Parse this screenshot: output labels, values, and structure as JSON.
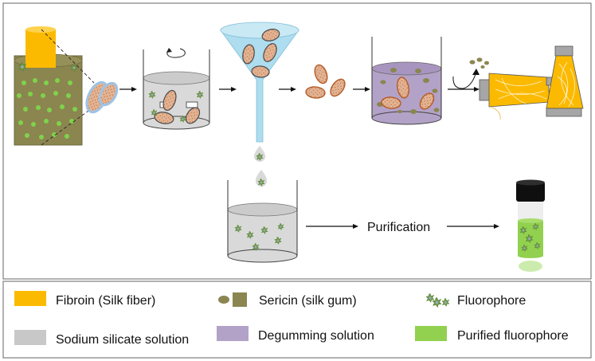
{
  "process": {
    "purification_label": "Purification"
  },
  "legend": {
    "items": [
      {
        "key": "fibroin",
        "label": "Fibroin (Silk fiber)",
        "color": "#FBBA00"
      },
      {
        "key": "sericin",
        "label": "Sericin (silk gum)",
        "color": "#8B8550"
      },
      {
        "key": "fluorophore",
        "label": "Fluorophore",
        "color": "#6E9B43"
      },
      {
        "key": "sodium_silicate",
        "label": "Sodium silicate solution",
        "color": "#C8C8C8"
      },
      {
        "key": "degumming",
        "label": "Degumming solution",
        "color": "#B3A2C7"
      },
      {
        "key": "purified",
        "label": "Purified fluorophore",
        "color": "#92D050"
      }
    ]
  },
  "colors": {
    "fibroin": "#FBBA00",
    "sericin": "#8B8550",
    "cocoon": "#E3B494",
    "cocoon_edge": "#B45A26",
    "cocoon_glow": "#9DC3E6",
    "silicate": "#D9D9D9",
    "degumming": "#B3A2C7",
    "funnel": "#ADDDEF",
    "purified": "#92D050",
    "star": "#6E9B43"
  },
  "icons": [
    "cocoon-icon",
    "rotate-arrow-icon",
    "funnel-icon",
    "spindle-icon",
    "vial-icon",
    "fluorophore-star-icon"
  ]
}
